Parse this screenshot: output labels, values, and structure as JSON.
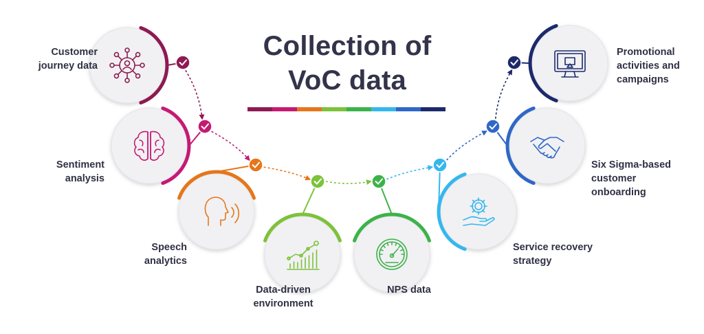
{
  "title_line1": "Collection of",
  "title_line2": "VoC data",
  "title_bar_colors": [
    "#8e1a52",
    "#c51a73",
    "#e5761a",
    "#7cc23a",
    "#3db24a",
    "#35b7ee",
    "#2f67c7",
    "#1c2a6b"
  ],
  "steps": [
    {
      "label": "Customer\njourney data",
      "icon": "customer-journey-icon",
      "color": "#8e1a52"
    },
    {
      "label": "Sentiment\nanalysis",
      "icon": "brain-icon",
      "color": "#c51a73"
    },
    {
      "label": "Speech\nanalytics",
      "icon": "speaking-head-icon",
      "color": "#e5761a"
    },
    {
      "label": "Data-driven\nenvironment",
      "icon": "growth-chart-icon",
      "color": "#7cc23a"
    },
    {
      "label": "NPS data",
      "icon": "gauge-icon",
      "color": "#3db24a"
    },
    {
      "label": "Service recovery\nstrategy",
      "icon": "gear-hand-icon",
      "color": "#35b7ee"
    },
    {
      "label": "Six Sigma-based\ncustomer\nonboarding",
      "icon": "handshake-icon",
      "color": "#2f67c7"
    },
    {
      "label": "Promotional\nactivities and\ncampaigns",
      "icon": "monitor-icon",
      "color": "#1c2a6b"
    }
  ]
}
